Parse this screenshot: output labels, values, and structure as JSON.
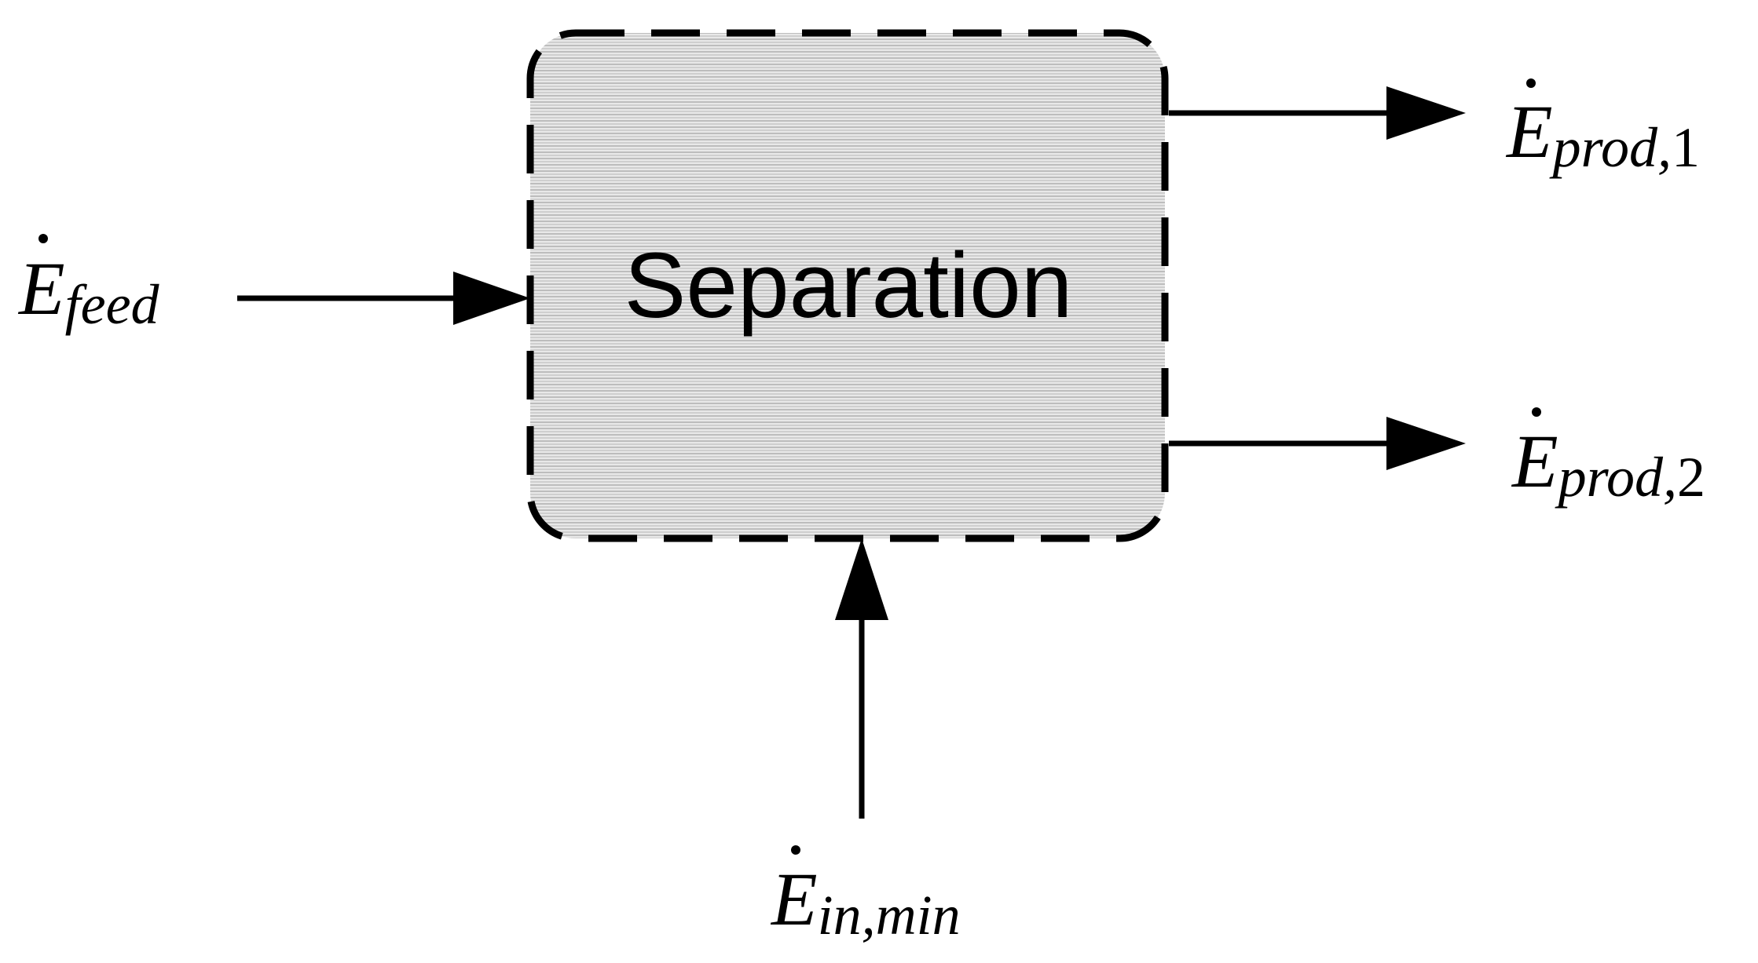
{
  "process": {
    "label": "Separation"
  },
  "streams": {
    "feed": {
      "symbol": "E",
      "subscript": "feed"
    },
    "product_1": {
      "symbol": "E",
      "subscript": "prod,",
      "subscript_suffix": "1"
    },
    "product_2": {
      "symbol": "E",
      "subscript": "prod,",
      "subscript_suffix": "2"
    },
    "input_min": {
      "symbol": "E",
      "subscript": "in,min"
    }
  },
  "colors": {
    "box_fill": "#d9d9d9",
    "stroke": "#000000"
  }
}
